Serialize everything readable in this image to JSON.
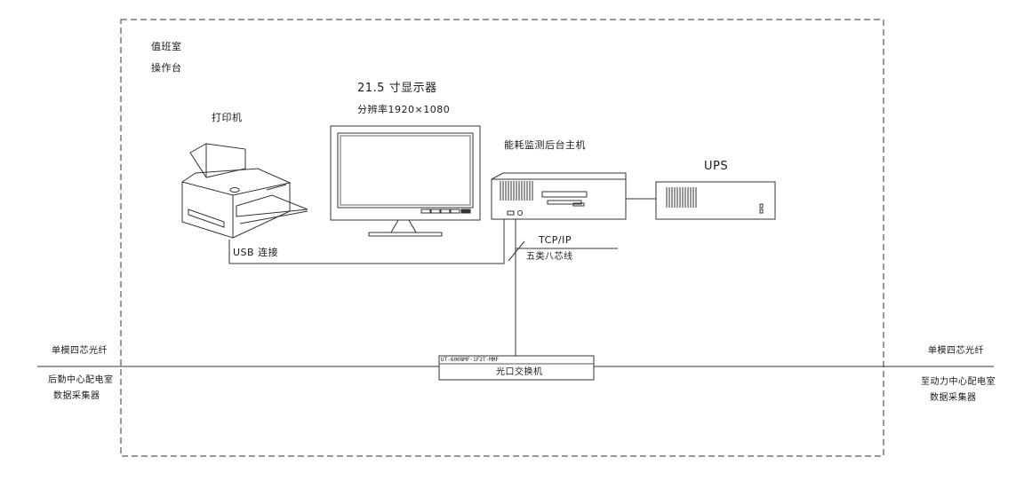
{
  "room": {
    "line1": "值班室",
    "line2": "操作台"
  },
  "monitor": {
    "line1": "21.5 寸显示器",
    "line2": "分辨率1920×1080"
  },
  "printer": {
    "label": "打印机"
  },
  "host": {
    "label": "能耗监测后台主机"
  },
  "ups": {
    "label": "UPS"
  },
  "usb": {
    "label": "USB 连接"
  },
  "network": {
    "protocol": "TCP/IP",
    "cable": "五类八芯线"
  },
  "switch": {
    "model": "UT-6008MF-1F2T-MMF",
    "label": "光口交换机"
  },
  "left_side": {
    "top": "单模四芯光纤",
    "bottom1": "后勤中心配电室",
    "bottom2": "数据采集器"
  },
  "right_side": {
    "top": "单模四芯光纤",
    "bottom1": "至动力中心配电室",
    "bottom2": "数据采集器"
  }
}
